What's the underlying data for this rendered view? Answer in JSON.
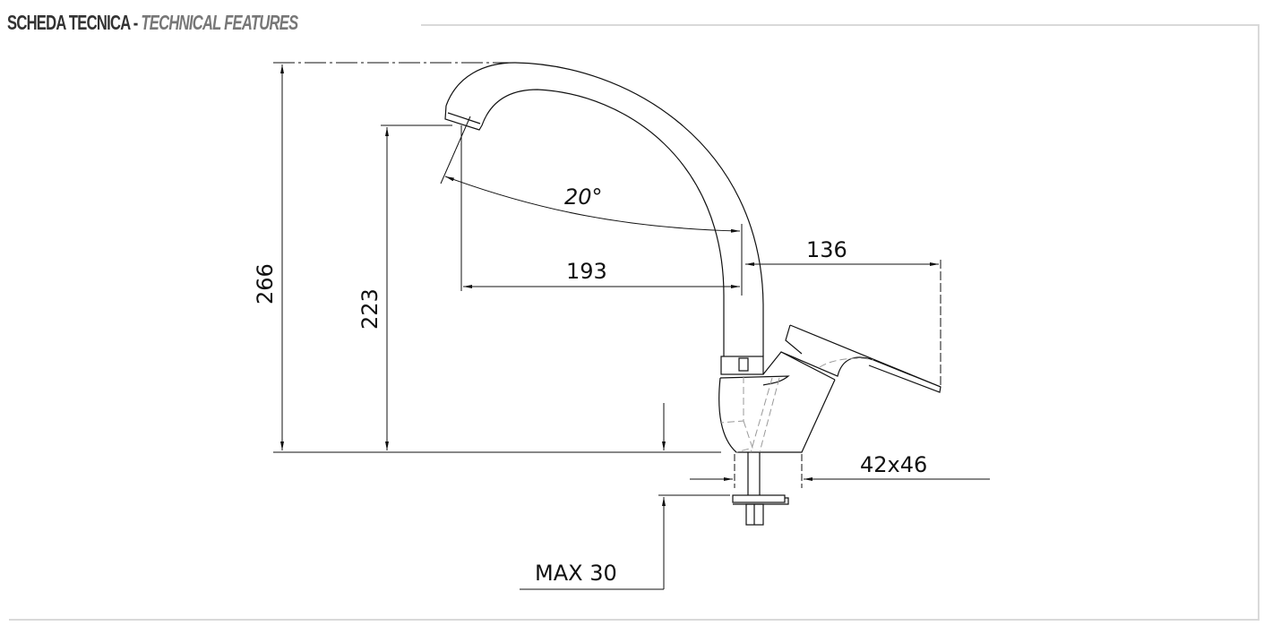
{
  "header": {
    "title_main": "SCHEDA TECNICA",
    "separator": " - ",
    "title_sub": "TECHNICAL FEATURES"
  },
  "dimensions": {
    "total_height": "266",
    "spout_height": "223",
    "angle": "20°",
    "spout_reach": "193",
    "lever_reach": "136",
    "base_size": "42x46",
    "max_deck": "MAX 30"
  },
  "colors": {
    "frame": "#d9d9d9",
    "line": "#111111",
    "hidden": "#999999"
  }
}
